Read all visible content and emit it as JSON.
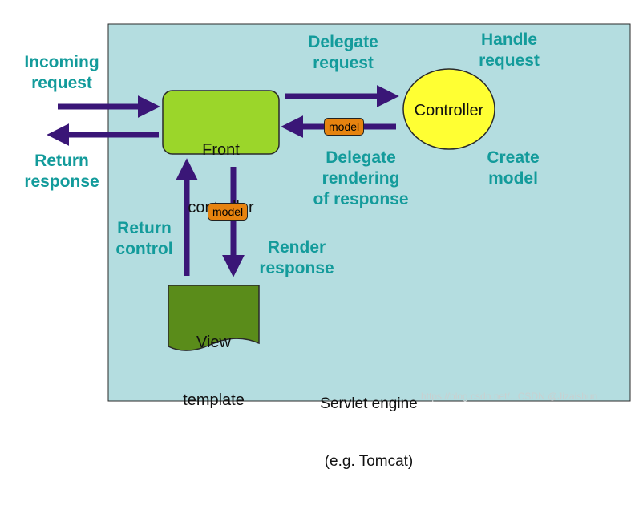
{
  "colors": {
    "engine_bg": "#b4dde0",
    "label": "#139b9b",
    "arrow": "#3a1677",
    "front_controller": "#9bd62a",
    "controller": "#ffff33",
    "view_template": "#5a8c1a",
    "model_badge": "#e6830f"
  },
  "engine": {
    "label_line1": "Servlet engine",
    "label_line2": "(e.g. Tomcat)"
  },
  "nodes": {
    "front_controller": {
      "line1": "Front",
      "line2": "controller"
    },
    "controller": {
      "label": "Controller"
    },
    "view_template": {
      "line1": "View",
      "line2": "template"
    }
  },
  "badges": {
    "model_top": "model",
    "model_bottom": "model"
  },
  "labels": {
    "incoming_request": "Incoming\nrequest",
    "return_response": "Return\nresponse",
    "delegate_request": "Delegate\nrequest",
    "handle_request": "Handle\nrequest",
    "create_model": "Create\nmodel",
    "delegate_rendering": "Delegate\nrendering\nof response",
    "return_control": "Return\ncontrol",
    "render_response": "Render\nresponse"
  },
  "watermark": "https://blog.csdn.net/...CSDN @Jizaishun"
}
